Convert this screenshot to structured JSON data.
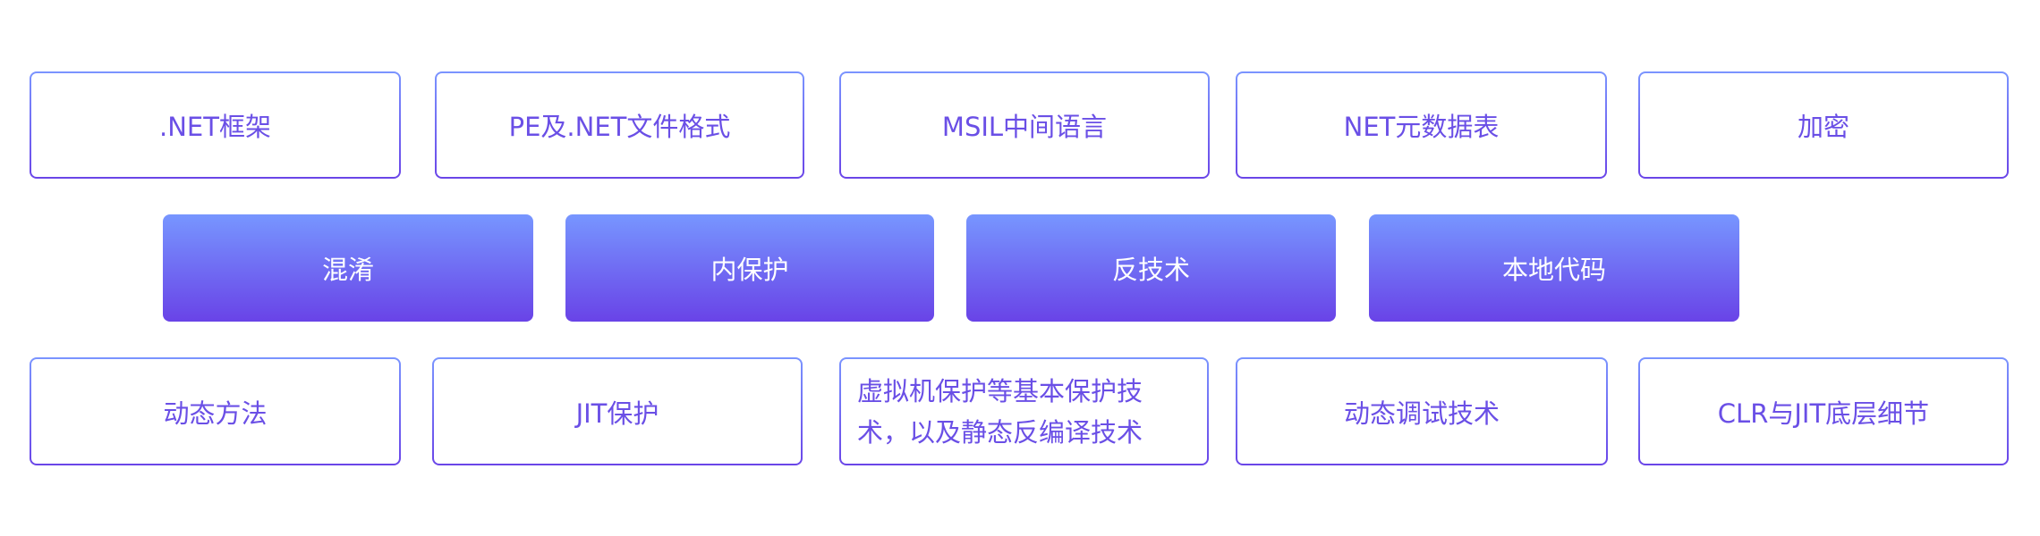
{
  "row1": [
    ".NET框架",
    "PE及.NET文件格式",
    "MSIL中间语言",
    "NET元数据表",
    "加密"
  ],
  "row2": [
    "混淆",
    "内保护",
    "反技术",
    "本地代码"
  ],
  "row3": [
    "动态方法",
    "JIT保护",
    "虚拟机保护等基本保护技术，以及静态反编译技术",
    "动态调试技术",
    "CLR与JIT底层细节"
  ],
  "colors": {
    "text": "#6a4fe6",
    "gradient_top": "#7796ff",
    "gradient_bottom": "#6943e7"
  }
}
